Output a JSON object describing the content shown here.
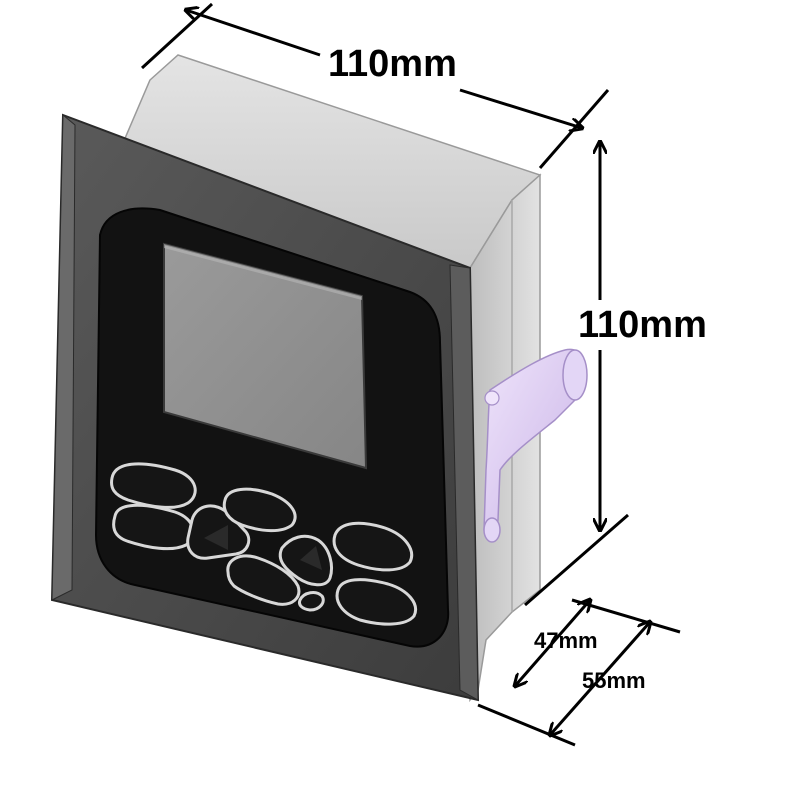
{
  "device": {
    "name": "panel-mount controller",
    "screen_color": "#8f8f8f",
    "bezel_color": "#4a4a4a",
    "housing_color": "#d6d6d6",
    "keypad_color": "#101010",
    "clip_color": "#d9c8ef"
  },
  "dimensions": {
    "width": "110mm",
    "height": "110mm",
    "depth_inner": "47mm",
    "depth_outer": "55mm"
  },
  "keypad": {
    "button_count": 9,
    "buttons": [
      "left-top-key",
      "left-bottom-key",
      "left-arrow-key",
      "up-key",
      "down-key",
      "right-arrow-key",
      "right-top-key",
      "right-bottom-key",
      "center-top-key"
    ]
  }
}
